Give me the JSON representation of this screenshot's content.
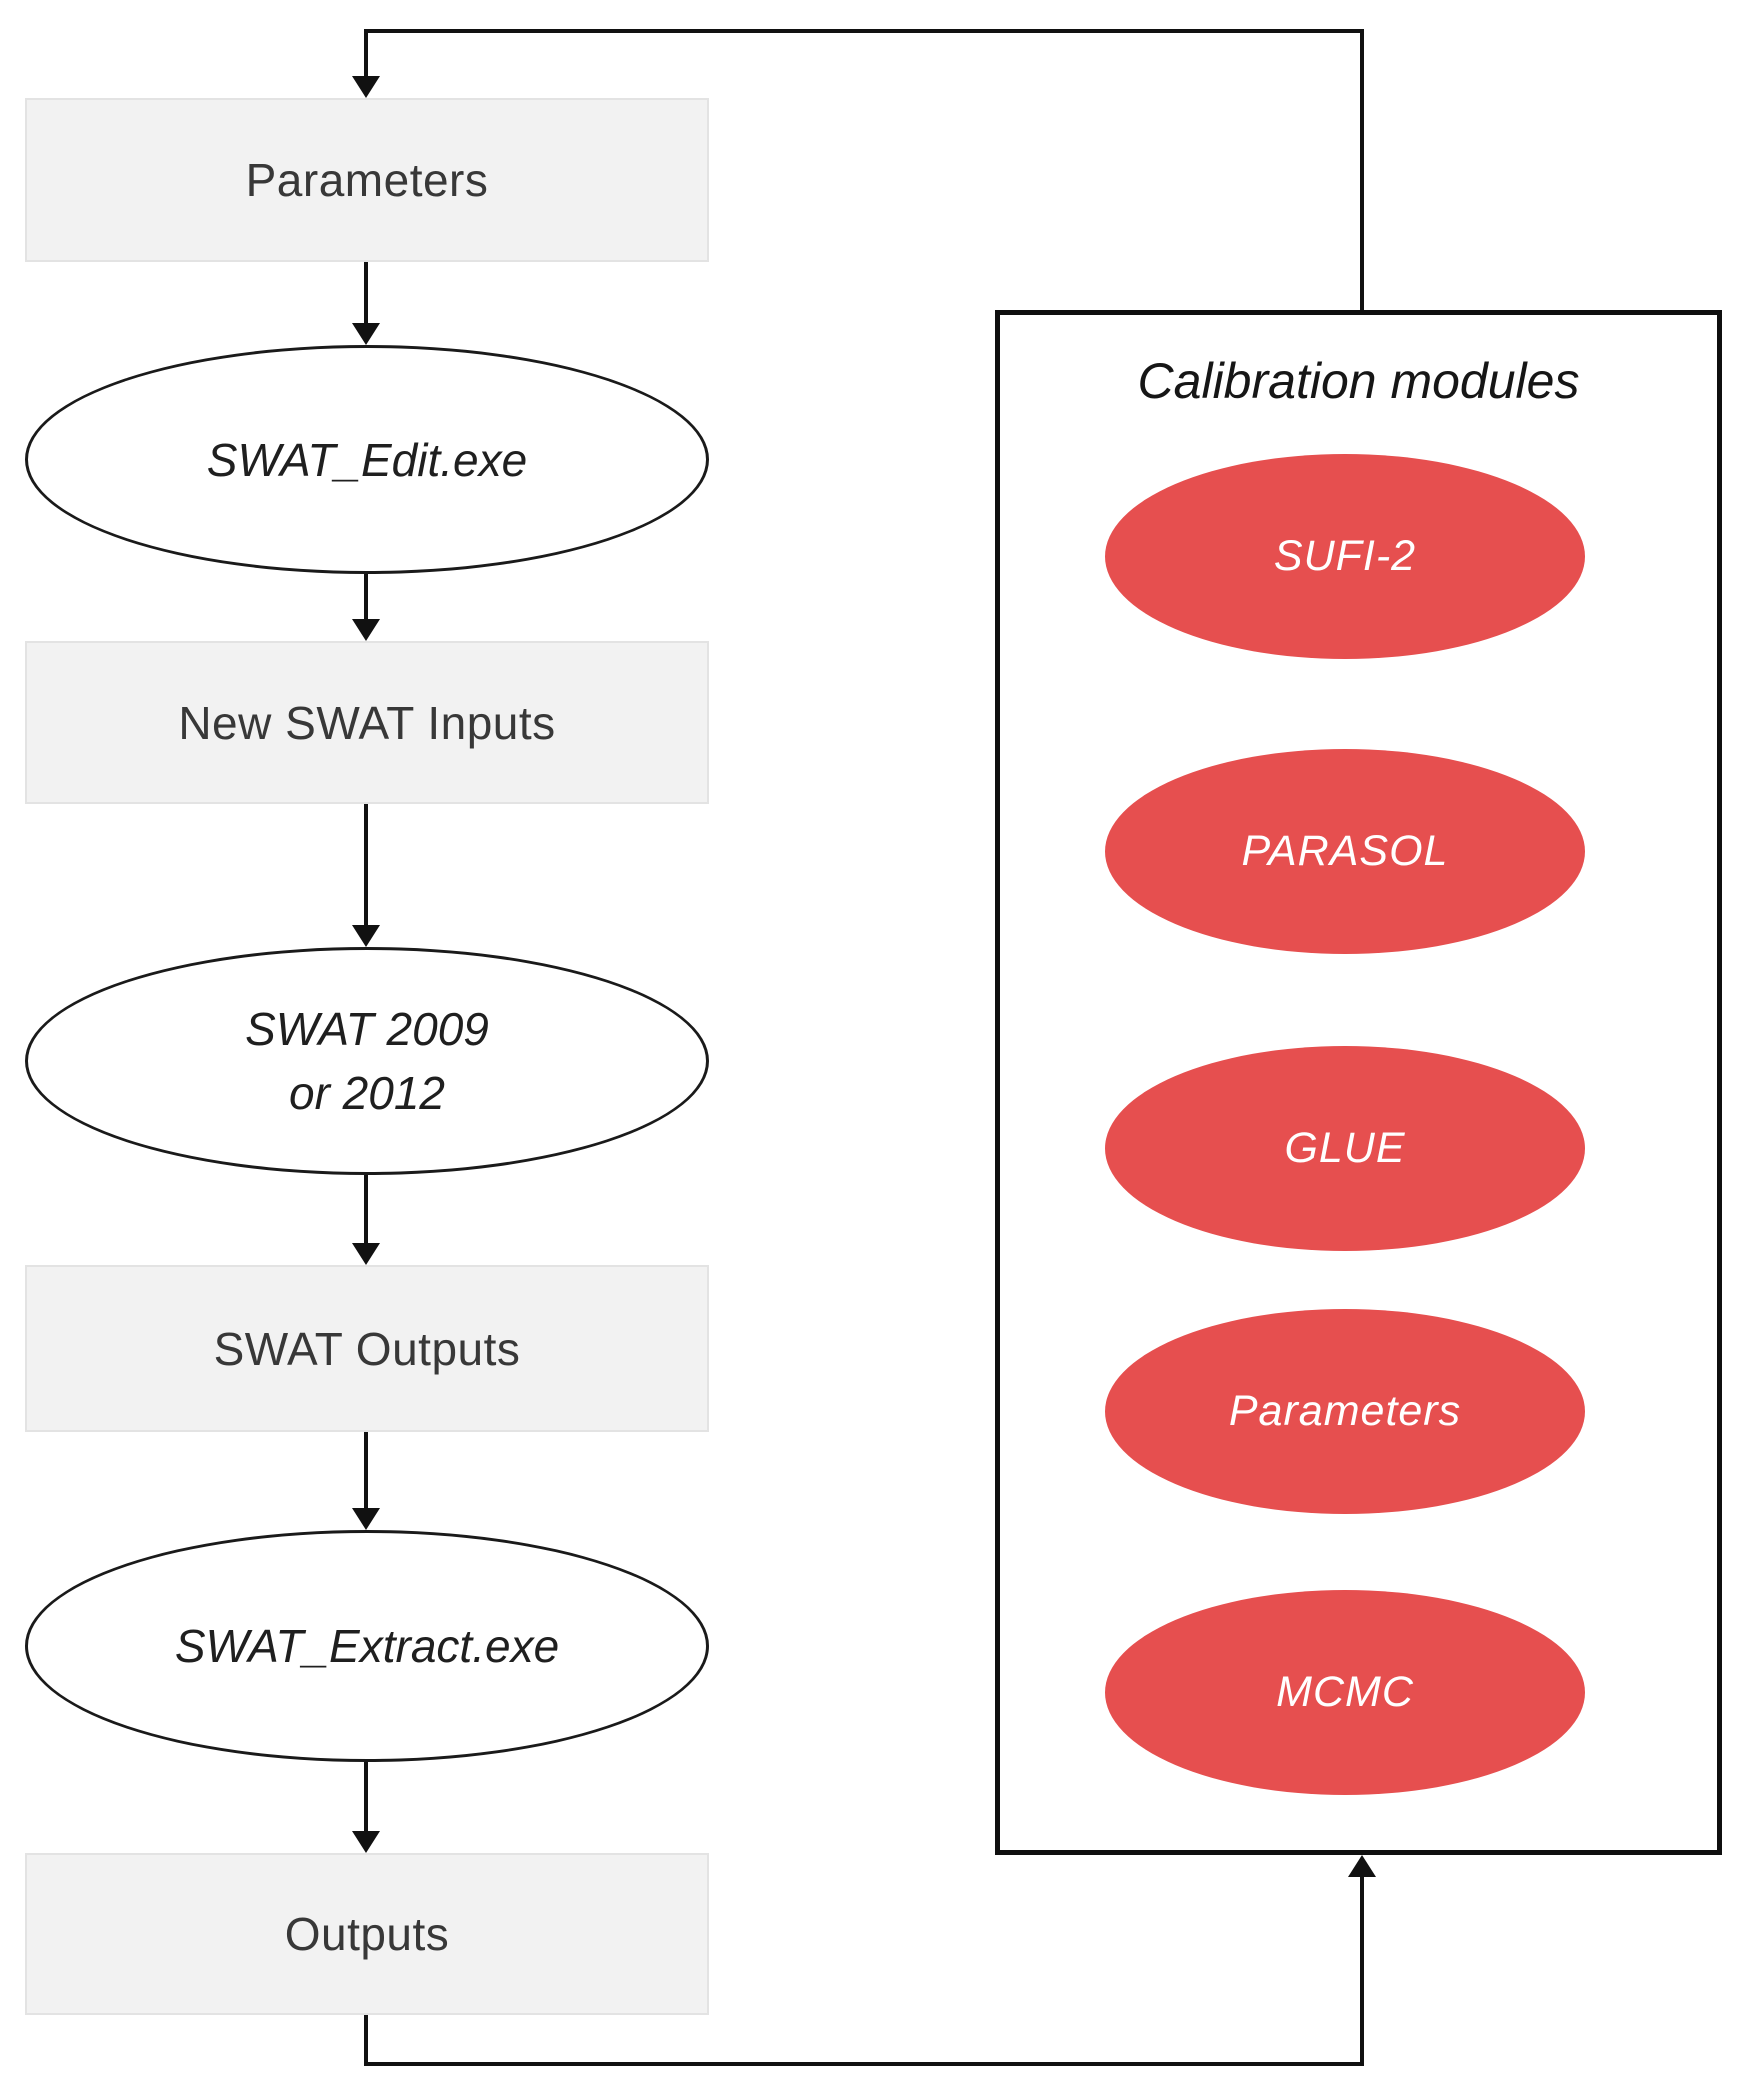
{
  "diagram": {
    "left_flow": {
      "parameters": "Parameters",
      "swat_edit": "SWAT_Edit.exe",
      "new_swat_inputs": "New SWAT Inputs",
      "swat_model_line1": "SWAT 2009",
      "swat_model_line2": "or 2012",
      "swat_outputs": "SWAT Outputs",
      "swat_extract": "SWAT_Extract.exe",
      "outputs": "Outputs"
    },
    "calibration": {
      "title": "Calibration modules",
      "modules": [
        "SUFI-2",
        "PARASOL",
        "GLUE",
        "Parameters",
        "MCMC"
      ]
    },
    "colors": {
      "module_fill": "#E64F4F",
      "module_text": "#FFFFFF",
      "process_fill": "#F2F2F2",
      "process_border": "#E3E3E3",
      "line": "#111111"
    }
  }
}
